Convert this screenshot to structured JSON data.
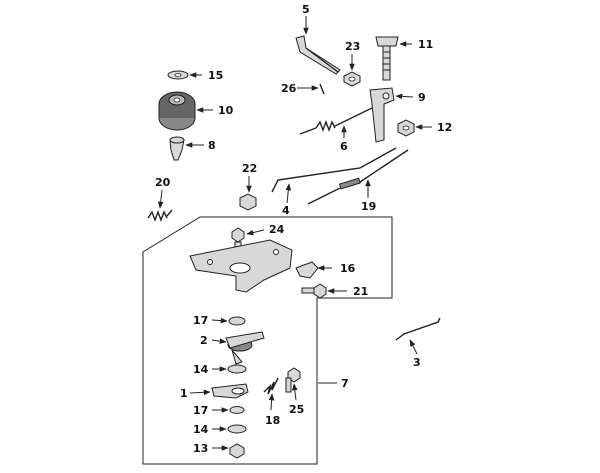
{
  "callouts": {
    "c1": "1",
    "c2": "2",
    "c3": "3",
    "c4": "4",
    "c5": "5",
    "c6": "6",
    "c7": "7",
    "c8": "8",
    "c9": "9",
    "c10": "10",
    "c11": "11",
    "c12": "12",
    "c13": "13",
    "c14a": "14",
    "c14b": "14",
    "c15": "15",
    "c16": "16",
    "c17a": "17",
    "c17b": "17",
    "c18": "18",
    "c19": "19",
    "c20": "20",
    "c21": "21",
    "c22": "22",
    "c23": "23",
    "c24": "24",
    "c25": "25",
    "c26": "26"
  }
}
